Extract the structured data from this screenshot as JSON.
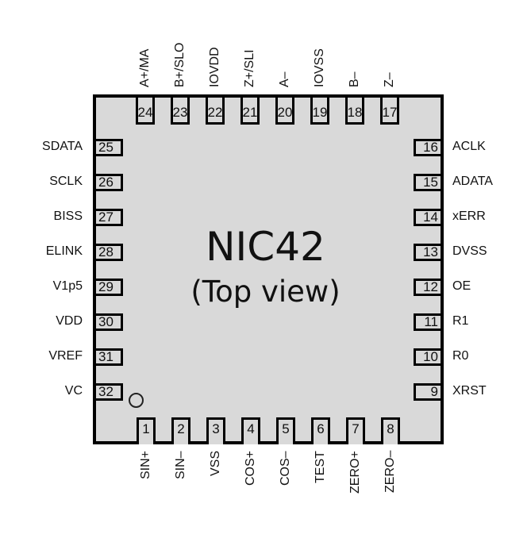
{
  "chip": {
    "name": "NIC42",
    "view": "(Top view)",
    "body_color": "#d9d9d9"
  },
  "pins": {
    "bottom": [
      {
        "num": "1",
        "label": "SIN+"
      },
      {
        "num": "2",
        "label": "SIN–"
      },
      {
        "num": "3",
        "label": "VSS"
      },
      {
        "num": "4",
        "label": "COS+"
      },
      {
        "num": "5",
        "label": "COS–"
      },
      {
        "num": "6",
        "label": "TEST"
      },
      {
        "num": "7",
        "label": "ZERO+"
      },
      {
        "num": "8",
        "label": "ZERO–"
      }
    ],
    "right": [
      {
        "num": "16",
        "label": "ACLK"
      },
      {
        "num": "15",
        "label": "ADATA"
      },
      {
        "num": "14",
        "label": "xERR"
      },
      {
        "num": "13",
        "label": "DVSS"
      },
      {
        "num": "12",
        "label": "OE"
      },
      {
        "num": "11",
        "label": "R1"
      },
      {
        "num": "10",
        "label": "R0"
      },
      {
        "num": "9",
        "label": "XRST"
      }
    ],
    "top": [
      {
        "num": "24",
        "label": "A+/MA"
      },
      {
        "num": "23",
        "label": "B+/SLO"
      },
      {
        "num": "22",
        "label": "IOVDD"
      },
      {
        "num": "21",
        "label": "Z+/SLI"
      },
      {
        "num": "20",
        "label": "A–"
      },
      {
        "num": "19",
        "label": "IOVSS"
      },
      {
        "num": "18",
        "label": "B–"
      },
      {
        "num": "17",
        "label": "Z–"
      }
    ],
    "left": [
      {
        "num": "25",
        "label": "SDATA"
      },
      {
        "num": "26",
        "label": "SCLK"
      },
      {
        "num": "27",
        "label": "BISS"
      },
      {
        "num": "28",
        "label": "ELINK"
      },
      {
        "num": "29",
        "label": "V1p5"
      },
      {
        "num": "30",
        "label": "VDD"
      },
      {
        "num": "31",
        "label": "VREF"
      },
      {
        "num": "32",
        "label": "VC"
      }
    ]
  }
}
